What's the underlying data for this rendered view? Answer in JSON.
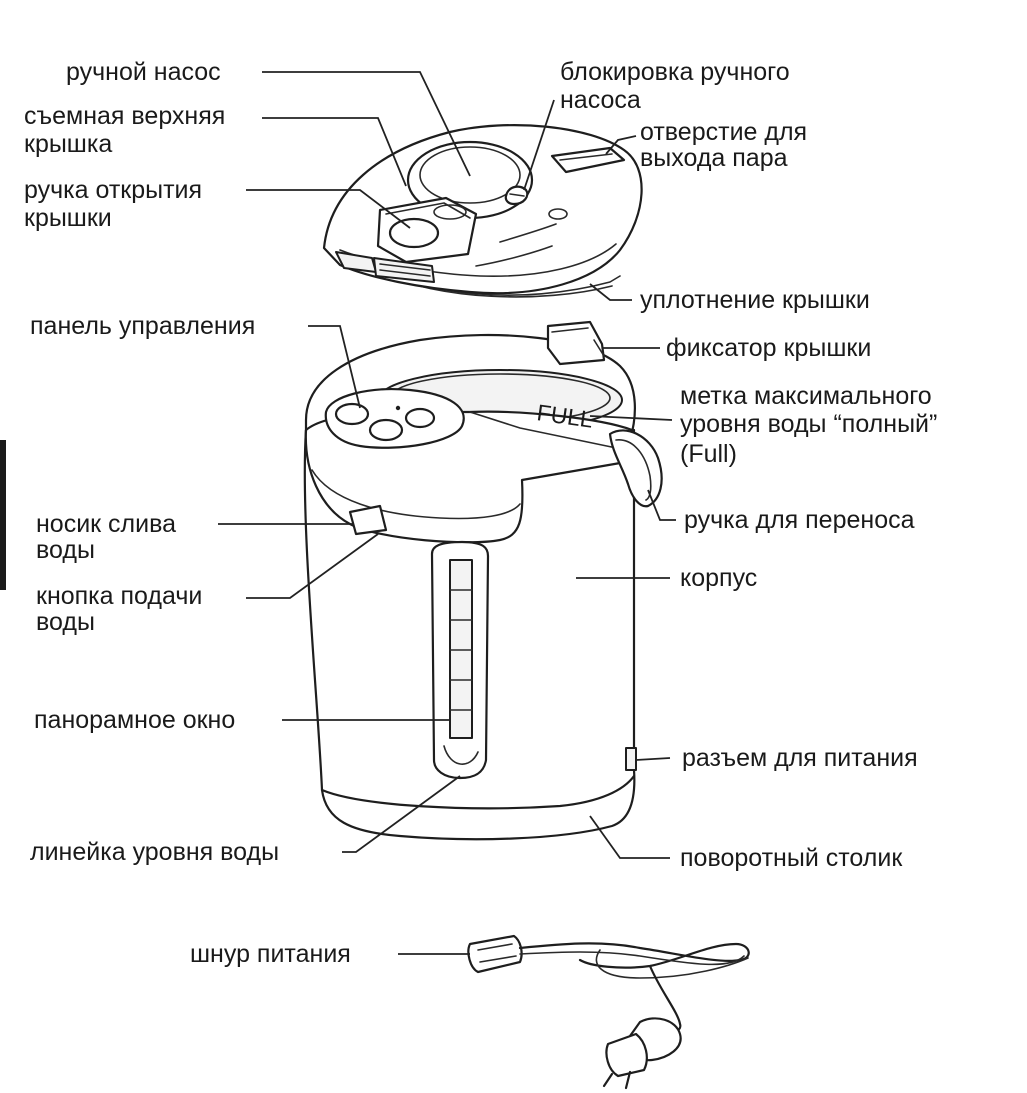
{
  "labels": {
    "hand_pump": "ручной насос",
    "pump_lock_1": "блокировка ручного",
    "pump_lock_2": "насоса",
    "top_lid_1": "съемная верхняя",
    "top_lid_2": "крышка",
    "steam_vent_1": "отверстие для",
    "steam_vent_2": "выхода пара",
    "lid_handle_1": "ручка открытия",
    "lid_handle_2": "крышки",
    "lid_seal": "уплотнение крышки",
    "control_panel": "панель управления",
    "lid_latch": "фиксатор крышки",
    "max_mark_1": "метка максимального",
    "max_mark_2": "уровня воды “полный”",
    "max_mark_3": "(Full)",
    "spout_1": "носик слива",
    "spout_2": "воды",
    "carry_handle": "ручка для переноса",
    "dispense_button_1": "кнопка подачи",
    "dispense_button_2": "воды",
    "body": "корпус",
    "window": "панорамное окно",
    "power_socket": "разъем для питания",
    "level_gauge": "линейка уровня воды",
    "swivel_base": "поворотный столик",
    "power_cord": "шнур питания",
    "full_mark": "FULL"
  }
}
